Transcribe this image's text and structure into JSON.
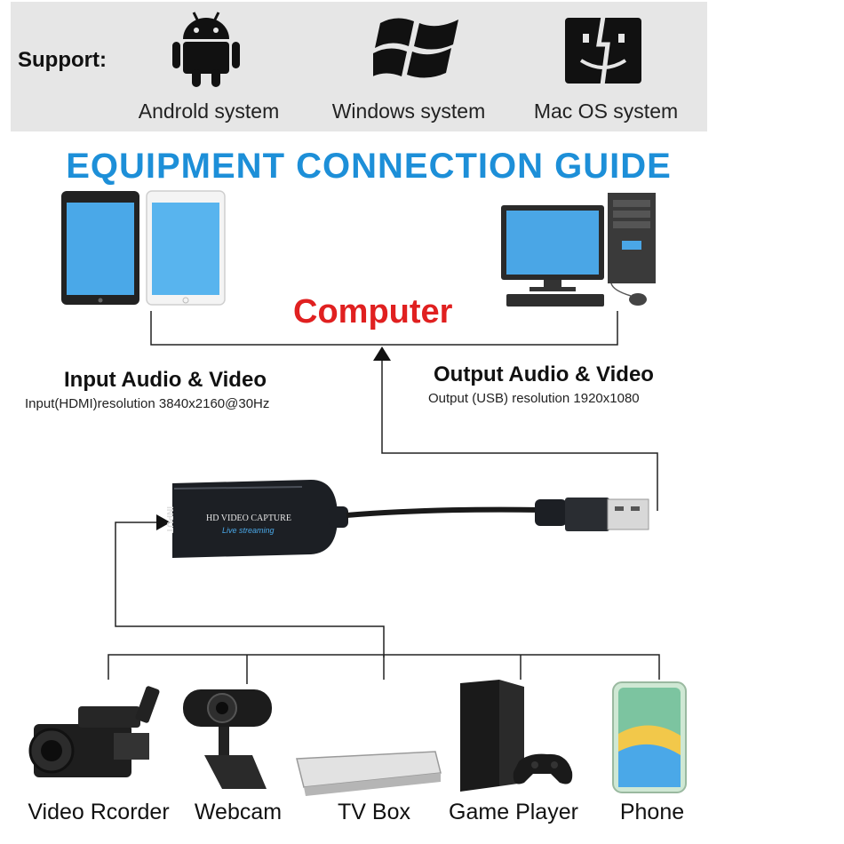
{
  "support": {
    "label": "Support:",
    "systems": [
      {
        "label": "Androld system",
        "icon": "android-icon"
      },
      {
        "label": "Windows system",
        "icon": "windows-icon"
      },
      {
        "label": "Mac OS system",
        "icon": "mac-os-icon"
      }
    ]
  },
  "guide": {
    "title": "EQUIPMENT CONNECTION GUIDE",
    "computer_label": "Computer",
    "input_heading": "Input Audio & Video",
    "input_detail": "Input(HDMI)resolution 3840x2160@30Hz",
    "output_heading": "Output Audio & Video",
    "output_detail": "Output (USB) resolution 1920x1080"
  },
  "capture_device": {
    "port_label": "INPUT",
    "brand_text": "HD VIDEO CAPTURE",
    "sub_text": "Live streaming"
  },
  "devices": [
    {
      "label": "Video Rcorder"
    },
    {
      "label": "Webcam"
    },
    {
      "label": "TV Box"
    },
    {
      "label": "Game Player"
    },
    {
      "label": "Phone"
    }
  ],
  "colors": {
    "title_blue": "#1d8fd8",
    "computer_red": "#e02020",
    "support_bg": "#e6e6e6"
  }
}
